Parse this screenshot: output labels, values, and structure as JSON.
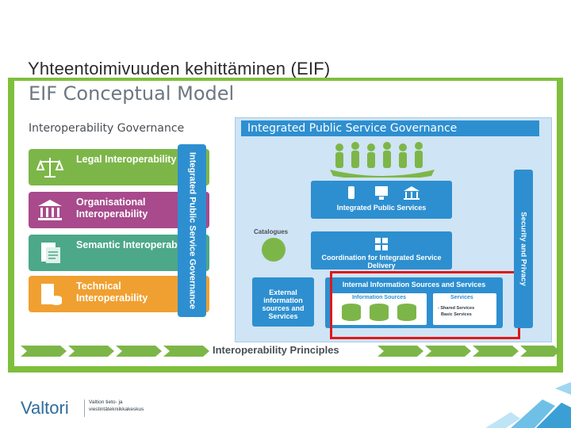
{
  "slide_title": "Yhteentoimivuuden kehittäminen (EIF)",
  "figure": {
    "title": "EIF Conceptual Model",
    "governance_title": "Interoperability Governance",
    "layers": [
      {
        "label": "Legal Interoperability",
        "color": "#7db648"
      },
      {
        "label": "Organisational Interoperability",
        "color": "#a84a8c"
      },
      {
        "label": "Semantic Interoperability",
        "color": "#4ca889"
      },
      {
        "label": "Technical Interoperability",
        "color": "#f0a030"
      }
    ],
    "integrated_governance_label": "Integrated Public Service Governance",
    "main_title": "Integrated Public Service Governance",
    "integrated_services": "Integrated Public Services",
    "catalogues": "Catalogues",
    "coordination": "Coordination for Integrated Service Delivery",
    "external": "External information sources and Services",
    "internal": "Internal Information Sources and Services",
    "information_sources": "Information Sources",
    "services": "Services",
    "service_items": [
      "- Shared Services",
      "Basic Services"
    ],
    "security": "Security and Privacy",
    "principles": "Interoperability Principles",
    "highlight_color": "#e01818"
  },
  "footer": {
    "logo": "Valtori",
    "logo_sub": "Valtion tieto- ja viestintätekniikkakeskus"
  }
}
